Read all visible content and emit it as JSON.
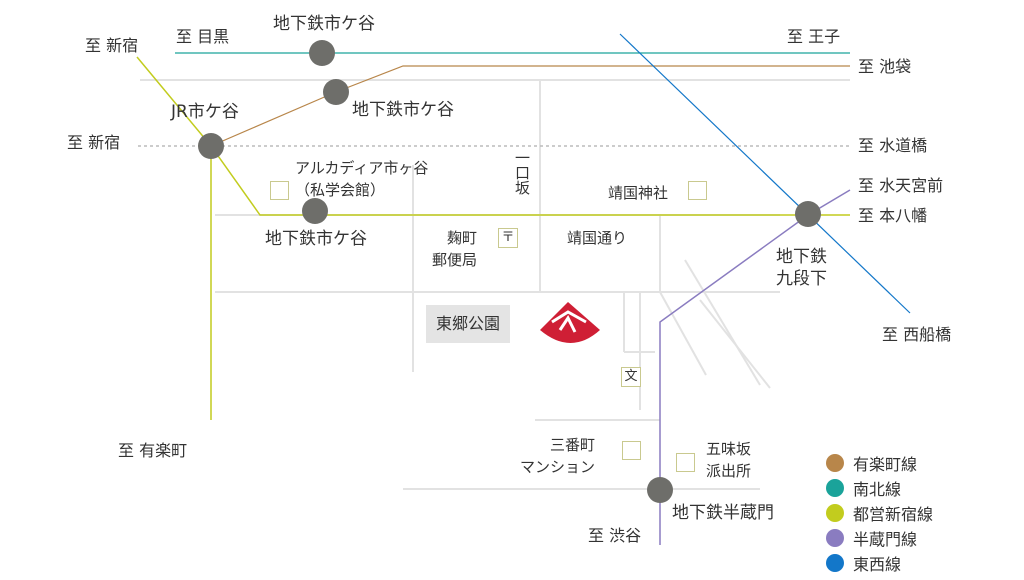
{
  "labels": {
    "to_meguro": "至 目黒",
    "to_ouji": "至 王子",
    "to_shinjuku_top": "至 新宿",
    "to_ikebukuro": "至 池袋",
    "to_shinjuku_left": "至 新宿",
    "to_suidobashi": "至 水道橋",
    "to_suitengumae": "至 水天宮前",
    "to_motoyawata": "至 本八幡",
    "to_nishifunabashi": "至 西船橋",
    "to_yurakucho": "至 有楽町",
    "to_shibuya": "至 渋谷"
  },
  "stations": {
    "ichigaya_top": "地下鉄市ケ谷",
    "ichigaya_mid": "地下鉄市ケ谷",
    "jr_ichigaya": "JR市ケ谷",
    "ichigaya_low": "地下鉄市ケ谷",
    "kudanshita": "地下鉄\n九段下",
    "hanzomon": "地下鉄半蔵門"
  },
  "places": {
    "arcadia": "アルカディア市ヶ谷\n（私学会館）",
    "hitokuchizaka": "一口坂",
    "yasukuni_shrine": "靖国神社",
    "kojimachi_post": "麹町\n郵便局",
    "post_mark": "〒",
    "yasukuni_dori": "靖国通り",
    "togo_park": "東郷公園",
    "school_mark": "文",
    "sanbancho": "三番町\nマンション",
    "gomizaka": "五味坂\n派出所"
  },
  "legend": [
    {
      "label": "有楽町線",
      "color": "#b8864a"
    },
    {
      "label": "南北線",
      "color": "#1aa39a"
    },
    {
      "label": "都営新宿線",
      "color": "#c2cc1e"
    },
    {
      "label": "半蔵門線",
      "color": "#8a7cc0"
    },
    {
      "label": "東西線",
      "color": "#1377c9"
    }
  ],
  "colors": {
    "road": "#e2e2e2",
    "jr_line": "#bbbbbb",
    "station": "#6e6e6a",
    "logo": "#cf1f35"
  }
}
